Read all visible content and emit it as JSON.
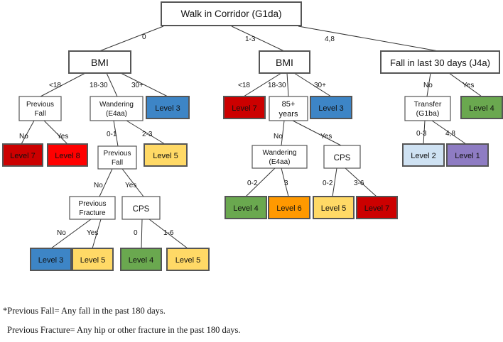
{
  "root": {
    "label": "Walk in Corridor (G1da)"
  },
  "root_edges": [
    "0",
    "1-3",
    "4,8"
  ],
  "left": {
    "node": "BMI",
    "edges": [
      "<18",
      "18-30",
      "30+"
    ],
    "prev_fall": {
      "label": [
        "Previous",
        "Fall"
      ],
      "edges": [
        "No",
        "Yes"
      ],
      "leaves": [
        "Level 7",
        "Level 8"
      ]
    },
    "wandering": {
      "label": [
        "Wandering",
        "(E4aa)"
      ],
      "edges": [
        "0-1",
        "2-3"
      ],
      "leaf": "Level 5"
    },
    "leaf_30": "Level 3",
    "prev_fall_2": {
      "label": [
        "Previous",
        "Fall"
      ],
      "edges": [
        "No",
        "Yes"
      ]
    },
    "prev_fracture": {
      "label": [
        "Previous",
        "Fracture"
      ],
      "edges": [
        "No",
        "Yes"
      ],
      "leaves": [
        "Level 3",
        "Level 5"
      ]
    },
    "cps": {
      "label": "CPS",
      "edges": [
        "0",
        "1-6"
      ],
      "leaves": [
        "Level 4",
        "Level 5"
      ]
    }
  },
  "middle": {
    "node": "BMI",
    "edges": [
      "<18",
      "18-30",
      "30+"
    ],
    "leaf_18": "Level 7",
    "leaf_30": "Level 3",
    "age": {
      "label": [
        "85+",
        "years"
      ],
      "edges": [
        "No",
        "Yes"
      ]
    },
    "wandering": {
      "label": [
        "Wandering",
        "(E4aa)"
      ],
      "edges": [
        "0-2",
        "3"
      ],
      "leaves": [
        "Level 4",
        "Level 6"
      ]
    },
    "cps": {
      "label": "CPS",
      "edges": [
        "0-2",
        "3-6"
      ],
      "leaves": [
        "Level 5",
        "Level 7"
      ]
    }
  },
  "right": {
    "node": "Fall in last 30 days (J4a)",
    "edges": [
      "No",
      "Yes"
    ],
    "leaf_yes": "Level 4",
    "transfer": {
      "label": [
        "Transfer",
        "(G1ba)"
      ],
      "edges": [
        "0-3",
        "4,8"
      ],
      "leaves": [
        "Level 2",
        "Level 1"
      ]
    }
  },
  "colors": {
    "level1": "#8e7cc3",
    "level2": "#cfe2f3",
    "level3": "#3d85c6",
    "level4": "#6aa84f",
    "level5": "#ffd966",
    "level6": "#ff9900",
    "level7": "#cc0000",
    "level8": "#ff0000"
  },
  "footnotes": [
    "*Previous Fall= Any fall in the past 180 days.",
    "Previous Fracture= Any hip or other fracture in the past 180 days."
  ]
}
